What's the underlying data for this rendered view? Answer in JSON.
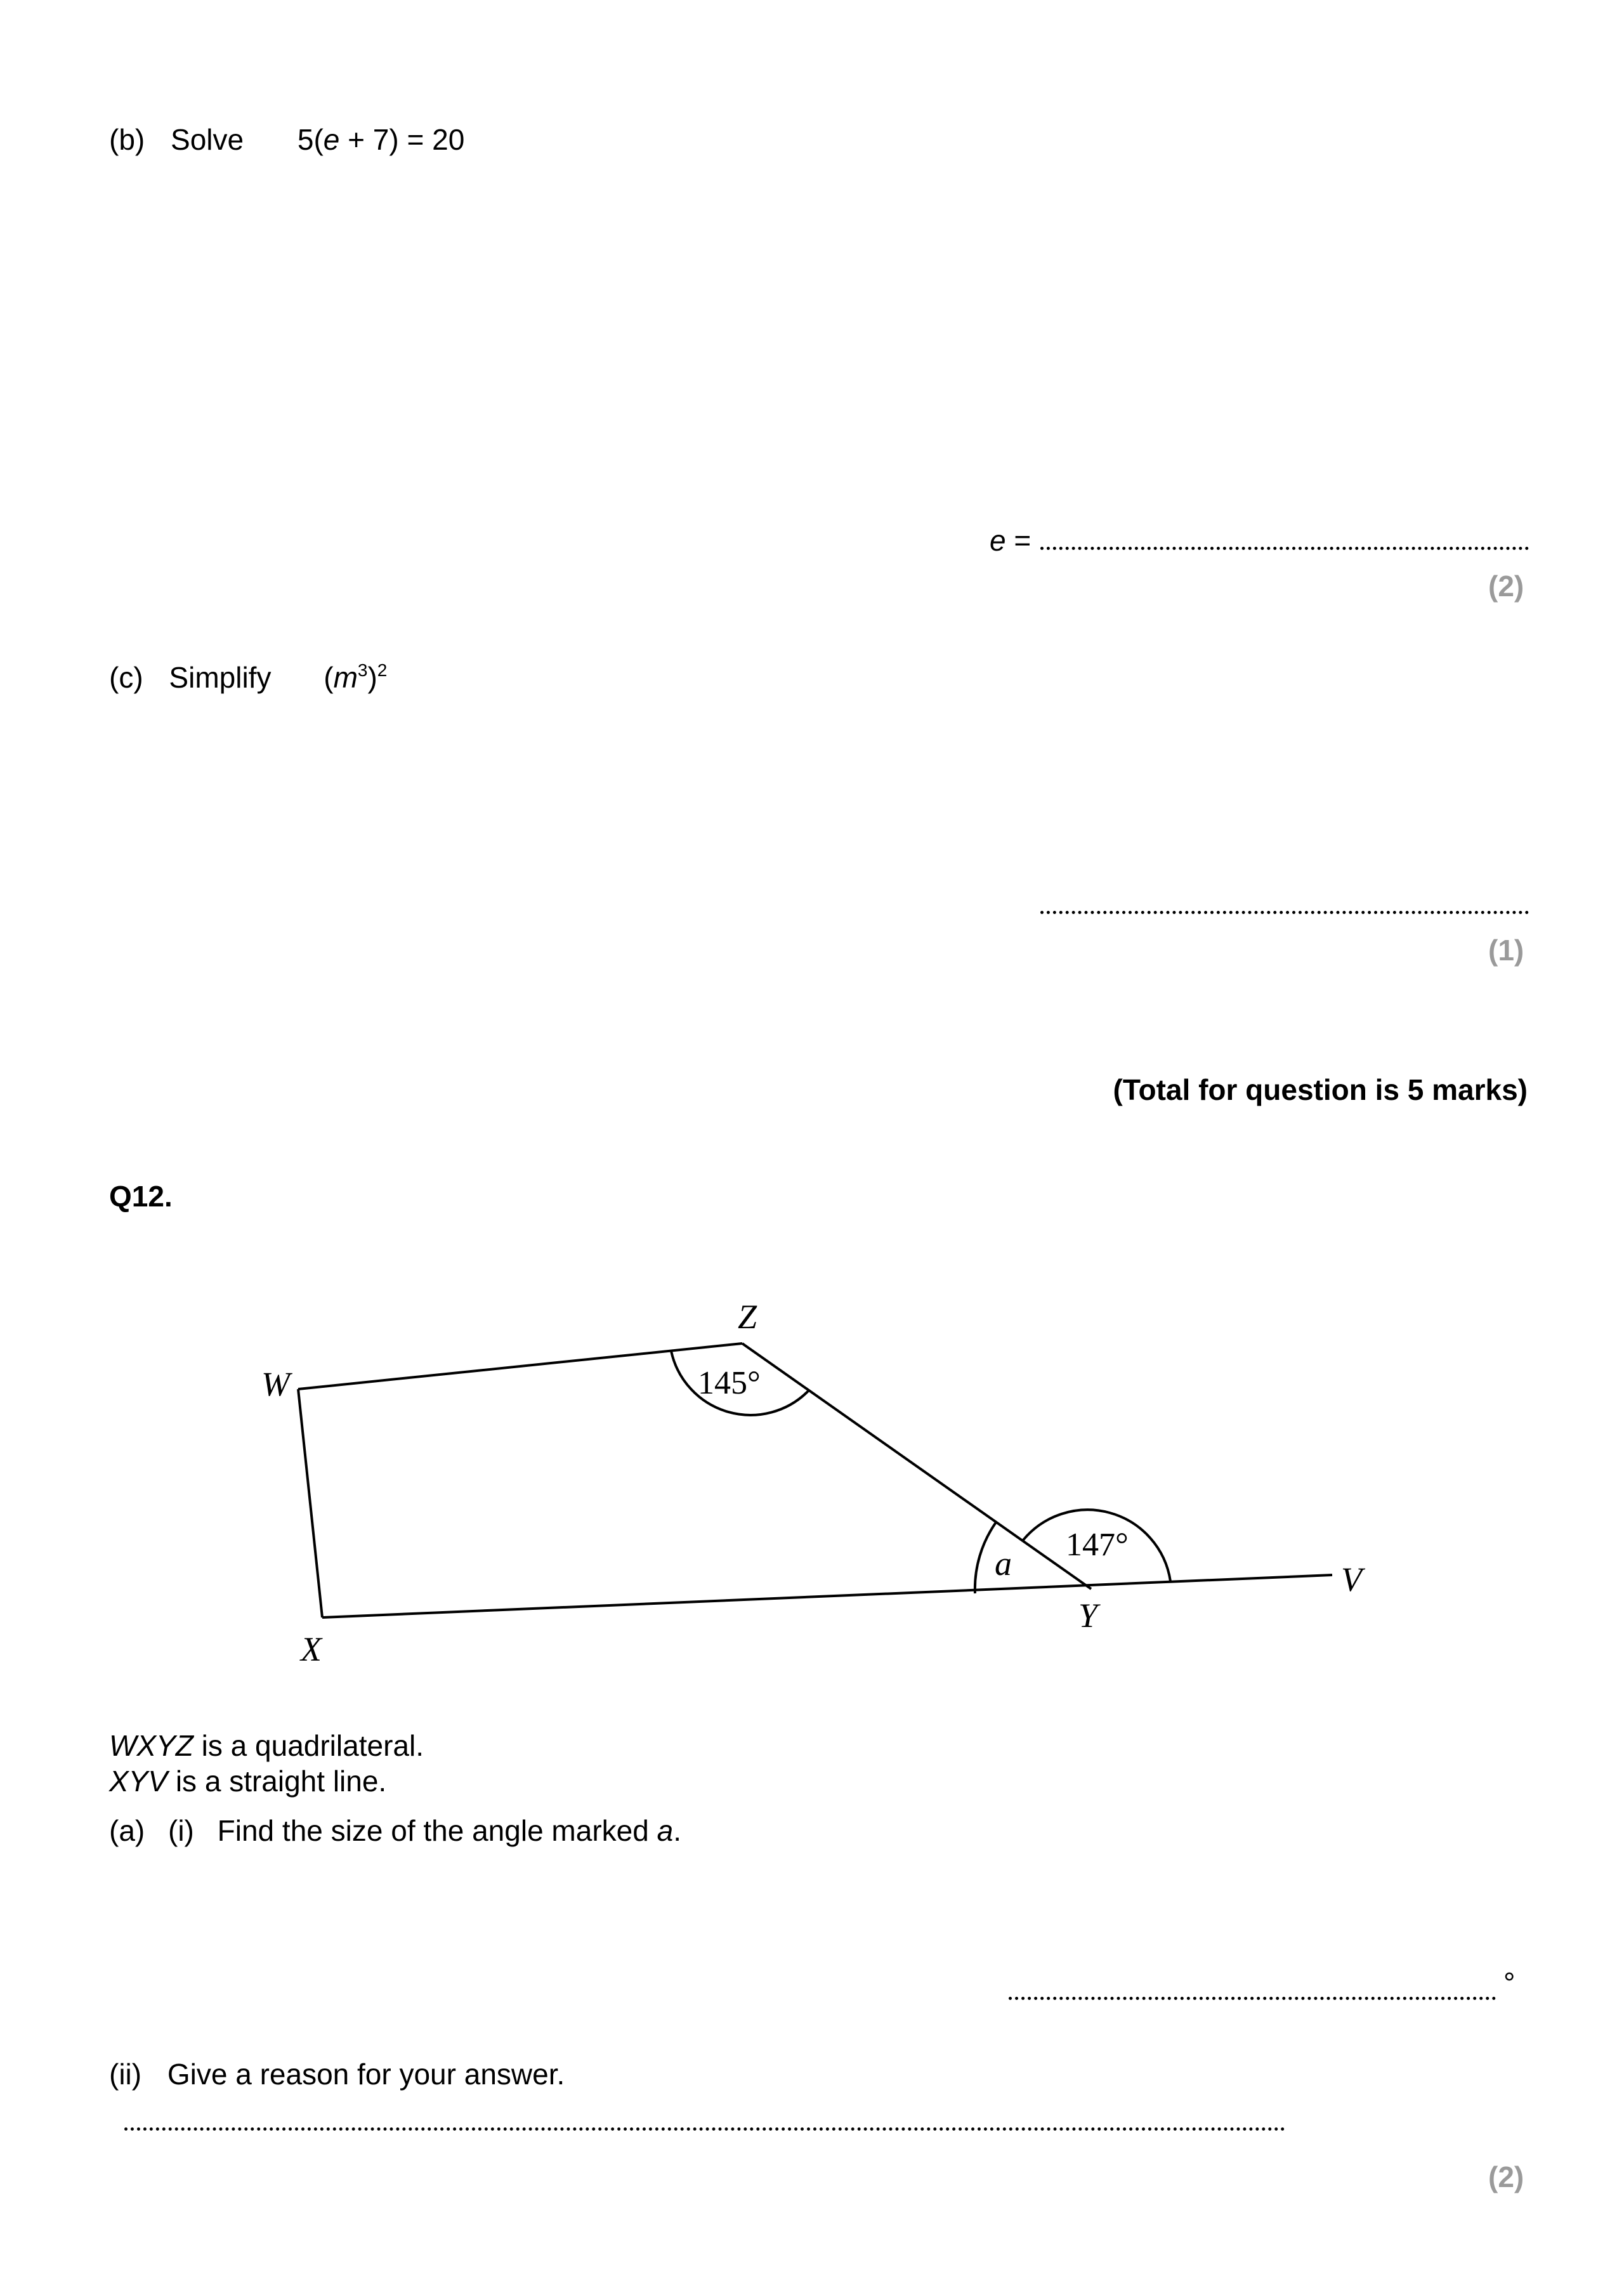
{
  "part_b": {
    "label": "(b)",
    "instruction": "Solve",
    "equation_pre": "5(",
    "equation_var": "e",
    "equation_post": " + 7) = 20",
    "answer_var": "e",
    "answer_eq": " =",
    "marks": "(2)"
  },
  "part_c": {
    "label": "(c)",
    "instruction": "Simplify",
    "expr_open": "(",
    "expr_var": "m",
    "expr_inner_exp": "3",
    "expr_close": ")",
    "expr_outer_exp": "2",
    "marks": "(1)"
  },
  "total": "(Total for question is 5 marks)",
  "question_number": "Q12.",
  "diagram": {
    "labels": {
      "W": "W",
      "X": "X",
      "Y": "Y",
      "Z": "Z",
      "V": "V",
      "a": "a"
    },
    "angle_z": "145°",
    "angle_y": "147°"
  },
  "statements": {
    "s1_name": "WXYZ",
    "s1_rest": " is a quadrilateral.",
    "s2_name": "XYV",
    "s2_rest": " is a straight line."
  },
  "part_a": {
    "label": "(a)",
    "sub_i": "(i)",
    "text_i": "Find the size of the angle marked ",
    "text_i_var": "a",
    "text_i_end": ".",
    "degree_symbol": "°",
    "sub_ii": "(ii)",
    "text_ii": "Give a reason for your answer.",
    "marks": "(2)"
  }
}
